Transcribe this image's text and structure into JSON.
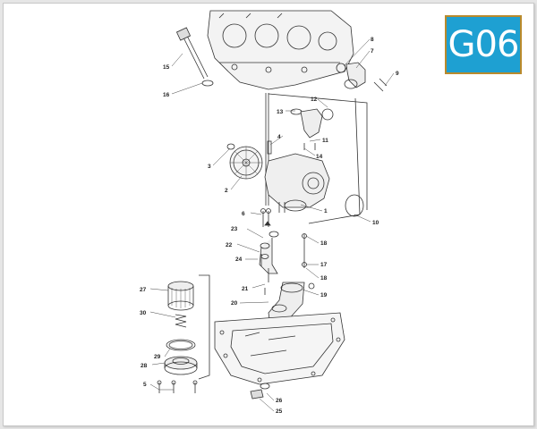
{
  "page_code": "G06",
  "colors": {
    "badge_fill": "#1ea0d2",
    "badge_border": "#b98a2c",
    "line": "#333333",
    "part_fill": "#f2f2f2"
  },
  "callouts": [
    "1",
    "2",
    "3",
    "4",
    "5",
    "6",
    "7",
    "8",
    "9",
    "10",
    "11",
    "12",
    "13",
    "14",
    "15",
    "16",
    "17",
    "18",
    "18",
    "19",
    "20",
    "21",
    "22",
    "23",
    "24",
    "25",
    "26",
    "27",
    "28",
    "29",
    "30"
  ]
}
